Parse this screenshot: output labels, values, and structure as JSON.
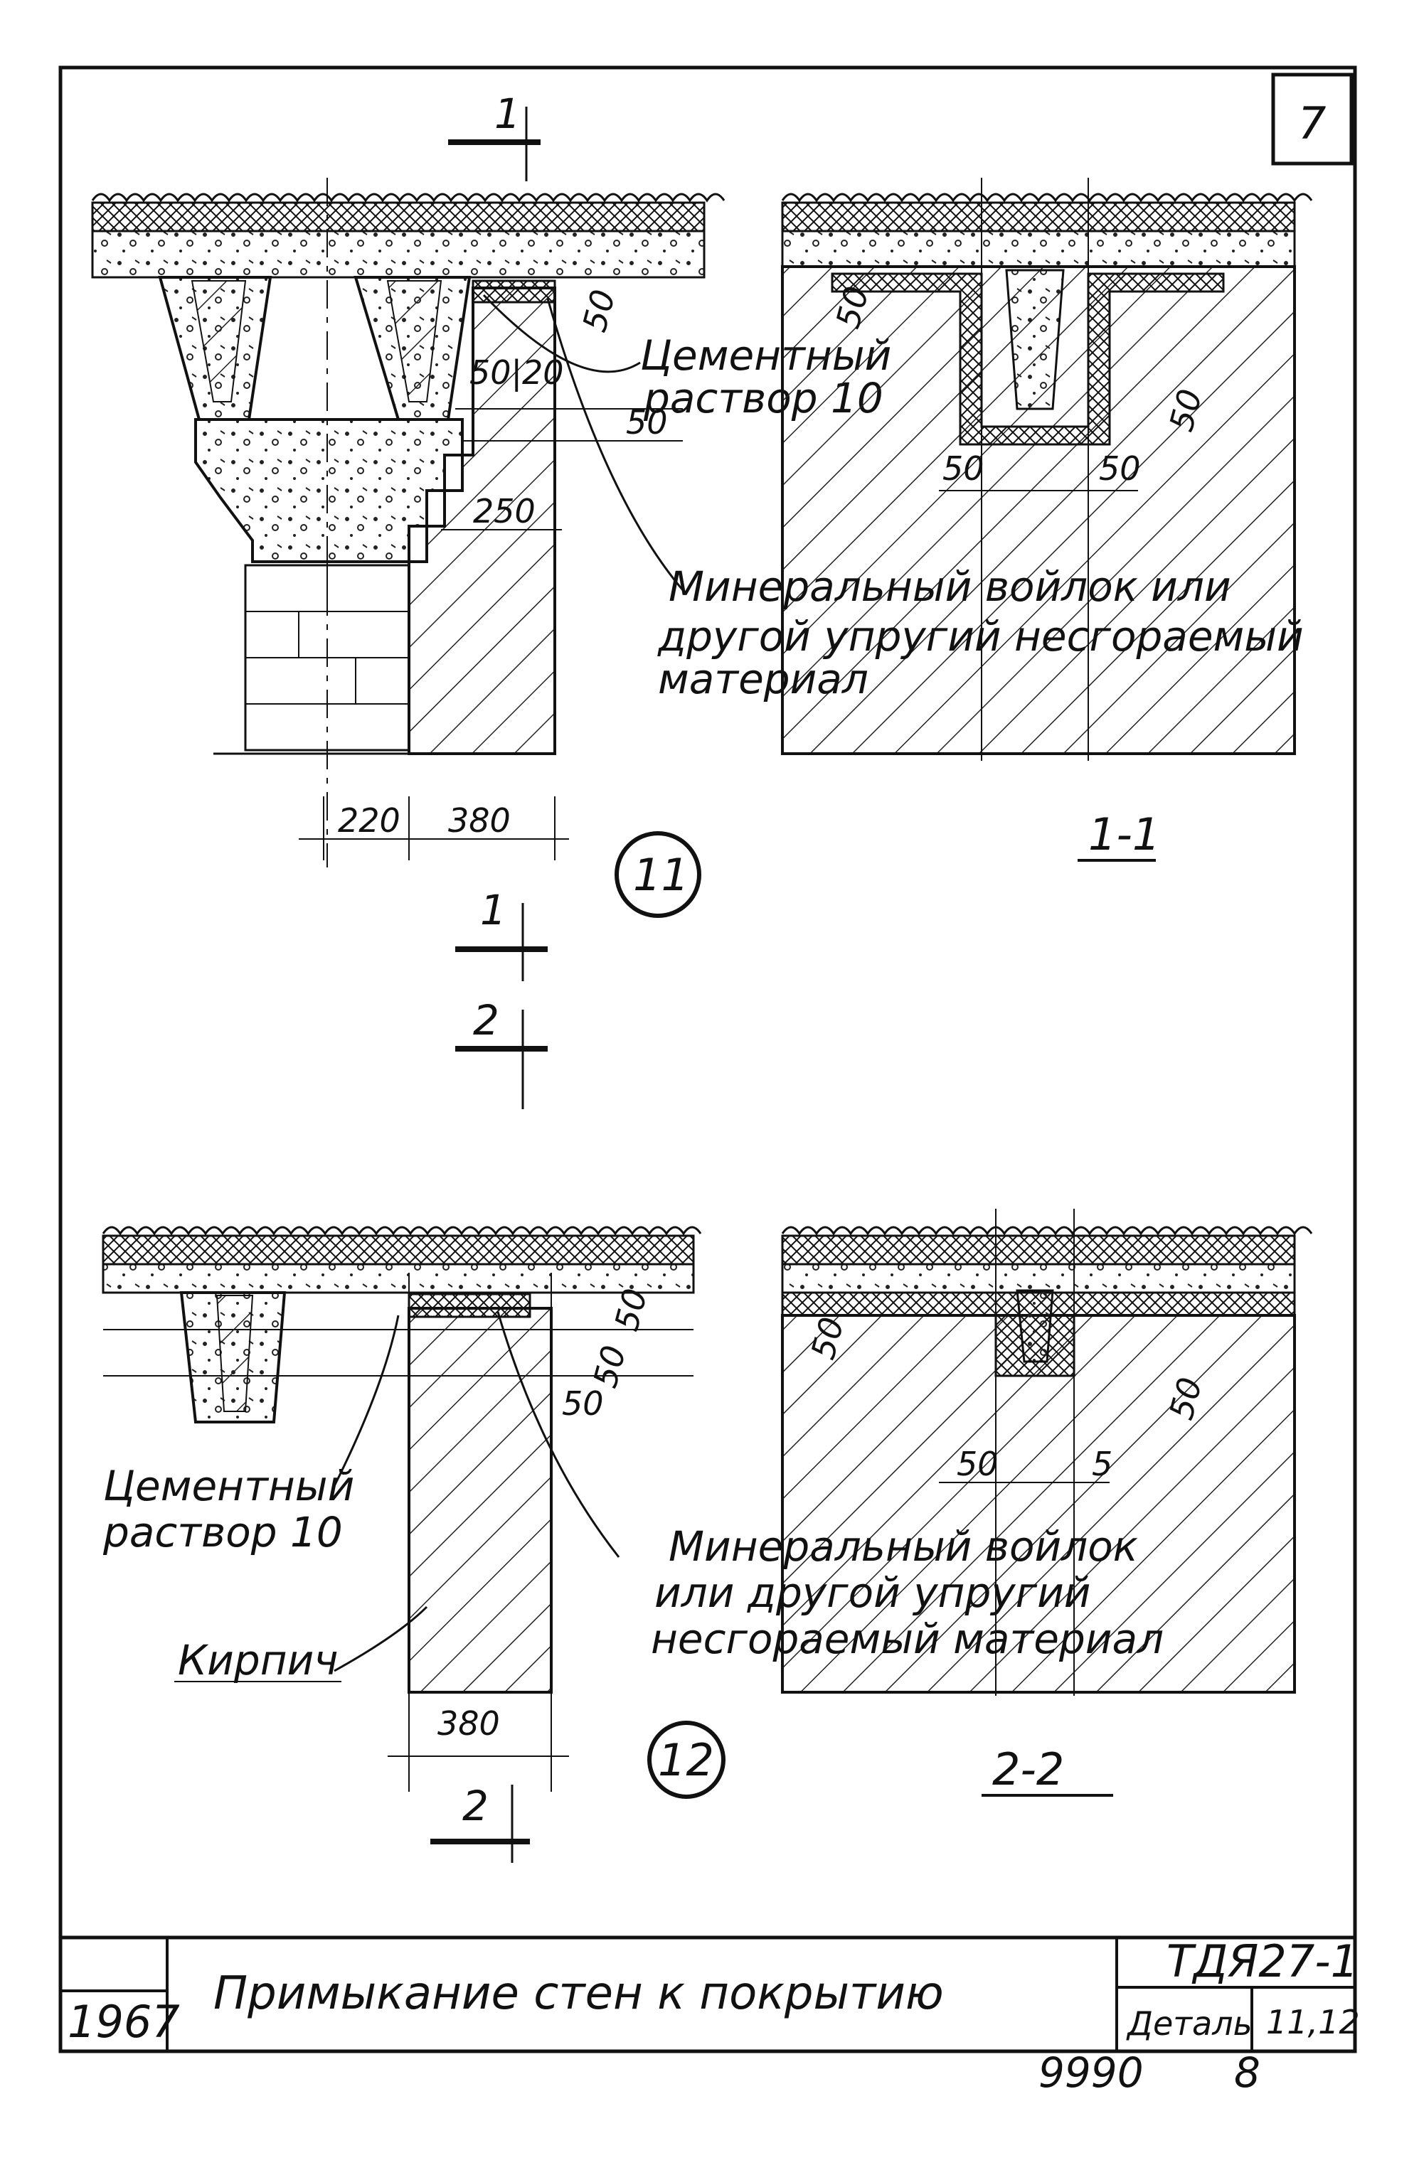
{
  "sheet": {
    "page_number": "7",
    "title": "Примыкание стен к покрытию",
    "code": "ТДЯ27-1",
    "detail_label": "Деталь",
    "detail_numbers": "11,12",
    "year": "1967",
    "archive_number": "9990",
    "sub_page": "8"
  },
  "detail_11": {
    "number": "11",
    "section_mark_top": "1",
    "section_mark_bottom": "1",
    "label_cement": [
      "Цементный",
      "раствор 10"
    ],
    "label_felt": [
      "Минеральный войлок или",
      "другой упругий несгораемый",
      "материал"
    ],
    "dims": [
      "50",
      "50|20",
      "50",
      "250",
      "220",
      "380"
    ]
  },
  "section_1_1": {
    "title": "1-1",
    "dims": [
      "50",
      "50",
      "50",
      "50"
    ]
  },
  "detail_12": {
    "number": "12",
    "section_mark_top": "2",
    "section_mark_bottom": "2",
    "label_cement": [
      "Цементный",
      "раствор 10"
    ],
    "label_brick": "Кирпич",
    "label_felt": [
      "Минеральный войлок",
      "или другой упругий",
      "несгораемый материал"
    ],
    "dims": [
      "50",
      "50",
      "50",
      "380"
    ]
  },
  "section_2_2": {
    "title": "2-2",
    "dims": [
      "50",
      "50",
      "50",
      "5"
    ]
  }
}
